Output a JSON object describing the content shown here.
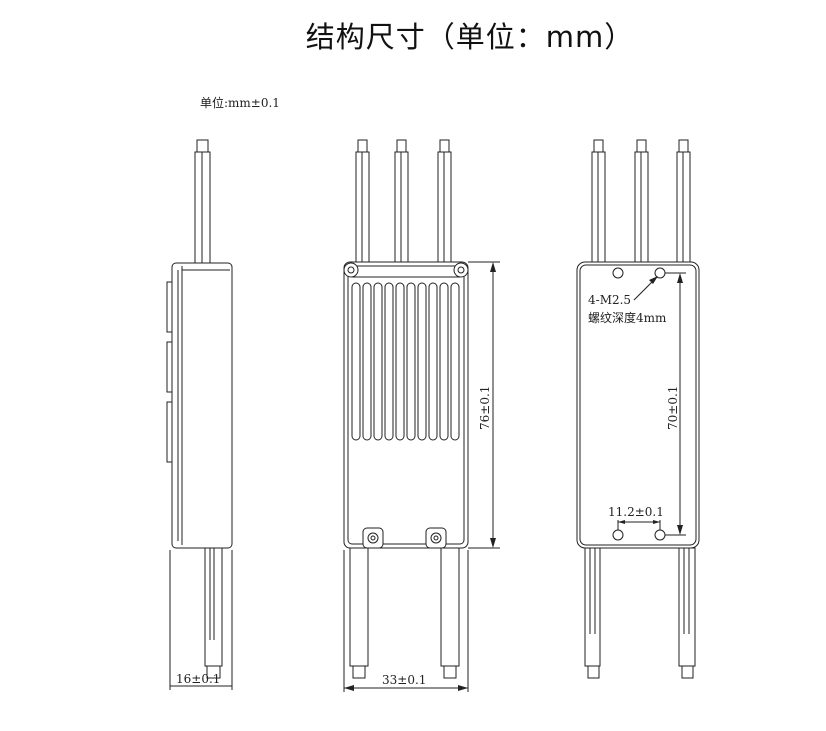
{
  "title": "结构尺寸（单位：mm）",
  "unit_note": "单位:mm±0.1",
  "dimensions": {
    "side_width": "16±0.1",
    "front_width": "33±0.1",
    "front_height": "76±0.1",
    "back_hole_spacing_v": "70±0.1",
    "back_hole_spacing_h": "11.2±0.1",
    "thread_spec": "4-M2.5",
    "thread_depth": "螺纹深度4mm"
  }
}
